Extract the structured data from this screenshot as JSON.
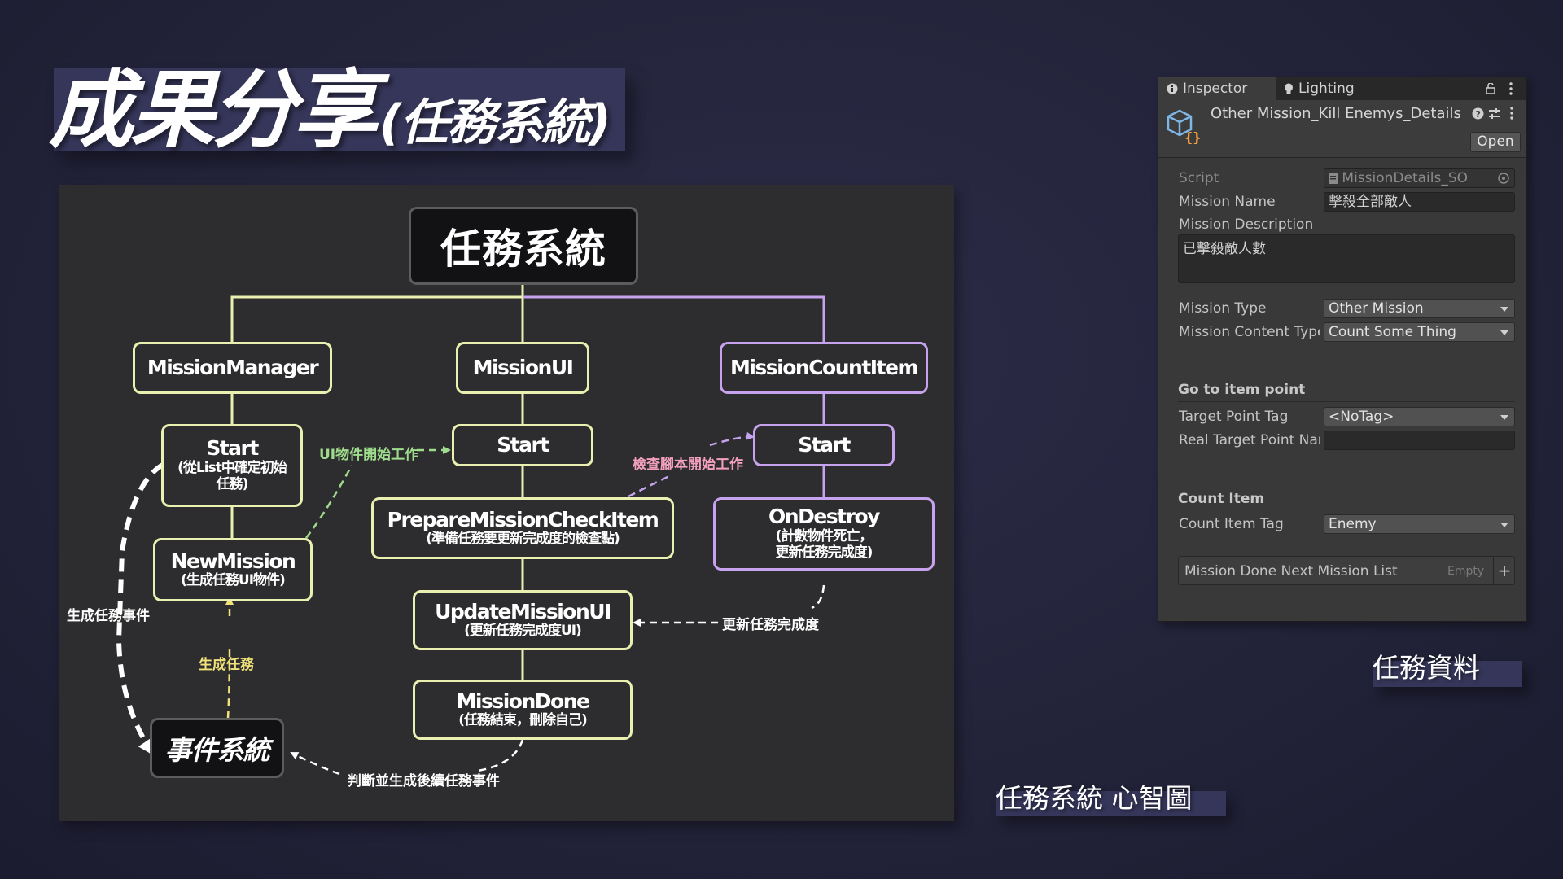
{
  "slide": {
    "title_main": "成果分享",
    "title_sub": "(任務系統)",
    "caption_mindmap": "任務系統 心智圖",
    "caption_data": "任務資料"
  },
  "diagram": {
    "root": "任務系統",
    "mission_manager": {
      "title": "MissionManager"
    },
    "mission_ui": {
      "title": "MissionUI"
    },
    "mission_count_item": {
      "title": "MissionCountItem"
    },
    "mm_start": {
      "title": "Start",
      "sub1": "(從List中確定初始",
      "sub2": "任務)"
    },
    "ui_start": {
      "title": "Start"
    },
    "ci_start": {
      "title": "Start"
    },
    "new_mission": {
      "title": "NewMission",
      "sub": "(生成任務UI物件)"
    },
    "prepare_check": {
      "title": "PrepareMissionCheckItem",
      "sub": "(準備任務要更新完成度的檢查點)"
    },
    "on_destroy": {
      "title": "OnDestroy",
      "sub1": "(計數物件死亡，",
      "sub2": "更新任務完成度)"
    },
    "update_ui": {
      "title": "UpdateMissionUI",
      "sub": "(更新任務完成度UI)"
    },
    "mission_done": {
      "title": "MissionDone",
      "sub": "(任務結束，刪除自己)"
    },
    "event_system": {
      "title": "事件系統"
    },
    "labels": {
      "ui_start_work": "UI物件開始工作",
      "check_start_work": "檢查腳本開始工作",
      "gen_event": "生成任務事件",
      "gen_mission": "生成任務",
      "update_progress": "更新任務完成度",
      "judge_generate": "判斷並生成後續任務事件"
    },
    "colors": {
      "yellow": "#eaf0b0",
      "purple": "#c7a2ee",
      "green": "#9fdc8c",
      "pink": "#f2a0be",
      "gold": "#f0e27a",
      "white": "#ffffff"
    }
  },
  "inspector": {
    "tab_inspector": "Inspector",
    "tab_lighting": "Lighting",
    "object_name": "Other Mission_Kill Enemys_Details",
    "open_button": "Open",
    "script_label": "Script",
    "script_value": "MissionDetails_SO",
    "mission_name_label": "Mission Name",
    "mission_name_value": "擊殺全部敵人",
    "mission_desc_label": "Mission Description",
    "mission_desc_value": "已擊殺敵人數",
    "mission_type_label": "Mission Type",
    "mission_type_value": "Other Mission",
    "content_type_label": "Mission Content Type",
    "content_type_value": "Count Some Thing",
    "section_goto": "Go to item point",
    "target_tag_label": "Target Point Tag",
    "target_tag_value": "<NoTag>",
    "real_target_label": "Real Target Point Name",
    "real_target_value": "",
    "section_count": "Count Item",
    "count_tag_label": "Count Item Tag",
    "count_tag_value": "Enemy",
    "next_list_label": "Mission Done Next Mission List",
    "next_list_empty": "Empty",
    "add_button": "+",
    "icons": [
      "info-icon",
      "lightbulb-icon",
      "lock-icon",
      "kebab-menu-icon",
      "scriptable-object-icon",
      "help-icon",
      "preset-icon",
      "script-file-icon",
      "object-picker-icon",
      "dropdown-arrow-icon"
    ]
  }
}
